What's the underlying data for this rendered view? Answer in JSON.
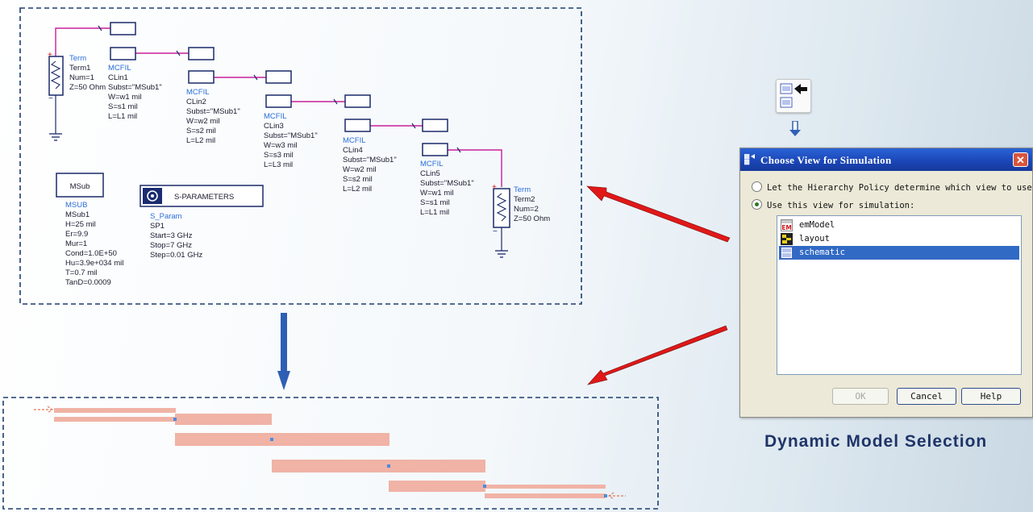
{
  "schematic": {
    "term1": {
      "type": "Term",
      "name": "Term1",
      "num": "Num=1",
      "z": "Z=50 Ohm"
    },
    "term2": {
      "type": "Term",
      "name": "Term2",
      "num": "Num=2",
      "z": "Z=50 Ohm"
    },
    "clin1": {
      "type": "MCFIL",
      "name": "CLin1",
      "subst": "Subst=\"MSub1\"",
      "w": "W=w1 mil",
      "s": "S=s1 mil",
      "l": "L=L1 mil"
    },
    "clin2": {
      "type": "MCFIL",
      "name": "CLin2",
      "subst": "Subst=\"MSub1\"",
      "w": "W=w2 mil",
      "s": "S=s2 mil",
      "l": "L=L2 mil"
    },
    "clin3": {
      "type": "MCFIL",
      "name": "CLin3",
      "subst": "Subst=\"MSub1\"",
      "w": "W=w3 mil",
      "s": "S=s3 mil",
      "l": "L=L3 mil"
    },
    "clin4": {
      "type": "MCFIL",
      "name": "CLin4",
      "subst": "Subst=\"MSub1\"",
      "w": "W=w2 mil",
      "s": "S=s2 mil",
      "l": "L=L2 mil"
    },
    "clin5": {
      "type": "MCFIL",
      "name": "CLin5",
      "subst": "Subst=\"MSub1\"",
      "w": "W=w1 mil",
      "s": "S=s1 mil",
      "l": "L=L1 mil"
    },
    "msub": {
      "box_label": "MSub",
      "type": "MSUB",
      "name": "MSub1",
      "params": [
        "H=25 mil",
        "Er=9.9",
        "Mur=1",
        "Cond=1.0E+50",
        "Hu=3.9e+034 mil",
        "T=0.7 mil",
        "TanD=0.0009"
      ]
    },
    "sparam": {
      "box_label": "S-PARAMETERS",
      "type": "S_Param",
      "name": "SP1",
      "params": [
        "Start=3 GHz",
        "Stop=7 GHz",
        "Step=0.01 GHz"
      ]
    }
  },
  "dialog": {
    "title": "Choose View for Simulation",
    "option_policy": "Let the Hierarchy Policy determine which view to use",
    "option_use_view": "Use this view for simulation:",
    "selected_option": "option_use_view",
    "views": [
      {
        "label": "emModel",
        "icon": "em-model-icon",
        "selected": false
      },
      {
        "label": "layout",
        "icon": "layout-icon",
        "selected": false
      },
      {
        "label": "schematic",
        "icon": "schematic-icon",
        "selected": true
      }
    ],
    "buttons": {
      "ok": "OK",
      "cancel": "Cancel",
      "help": "Help"
    }
  },
  "caption": "Dynamic Model Selection",
  "colors": {
    "wire": "#c8209a",
    "dash_frame": "#1d3d6e",
    "layout_strip": "#f0b3a6",
    "arrow_red": "#e01818",
    "arrow_blue": "#2f5fb4",
    "title_bar": "#1a45b5",
    "selection": "#316ac5"
  }
}
